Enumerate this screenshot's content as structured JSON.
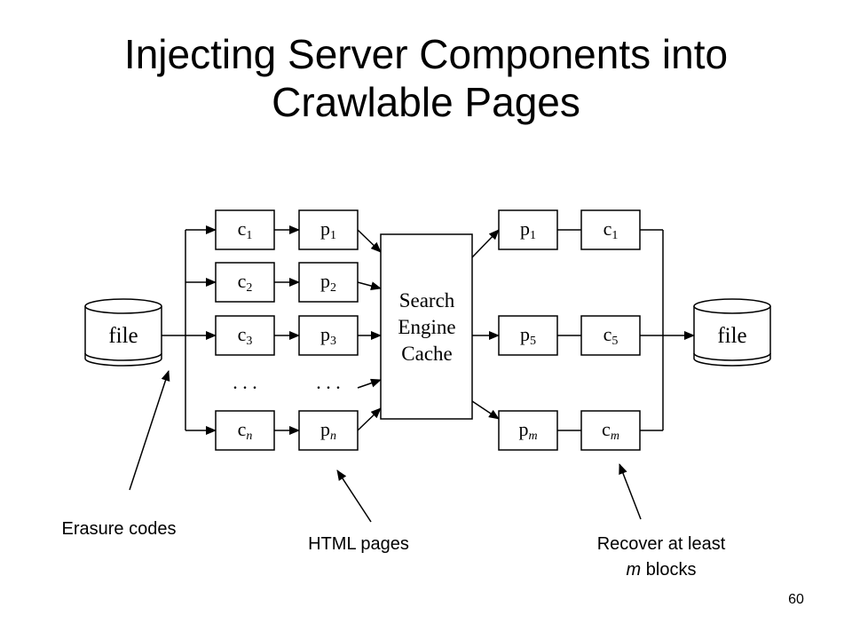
{
  "title": {
    "line1": "Injecting Server Components into",
    "line2": "Crawlable Pages"
  },
  "diagram": {
    "left_file": "file",
    "right_file": "file",
    "cache_lines": [
      "Search",
      "Engine",
      "Cache"
    ],
    "ellipsis": ". . .",
    "left_codes": [
      {
        "base": "c",
        "sub": "1"
      },
      {
        "base": "c",
        "sub": "2"
      },
      {
        "base": "c",
        "sub": "3"
      },
      {
        "base": "c",
        "sub": "n"
      }
    ],
    "left_pages": [
      {
        "base": "p",
        "sub": "1"
      },
      {
        "base": "p",
        "sub": "2"
      },
      {
        "base": "p",
        "sub": "3"
      },
      {
        "base": "p",
        "sub": "n"
      }
    ],
    "right_pages": [
      {
        "base": "p",
        "sub": "1"
      },
      {
        "base": "p",
        "sub": "5"
      },
      {
        "base": "p",
        "sub": "m"
      }
    ],
    "right_codes": [
      {
        "base": "c",
        "sub": "1"
      },
      {
        "base": "c",
        "sub": "5"
      },
      {
        "base": "c",
        "sub": "m"
      }
    ]
  },
  "annotations": {
    "erasure": "Erasure codes",
    "html": "HTML pages",
    "recover_line1": "Recover at least",
    "recover_m": "m",
    "recover_rest": " blocks"
  },
  "page_number": "60"
}
